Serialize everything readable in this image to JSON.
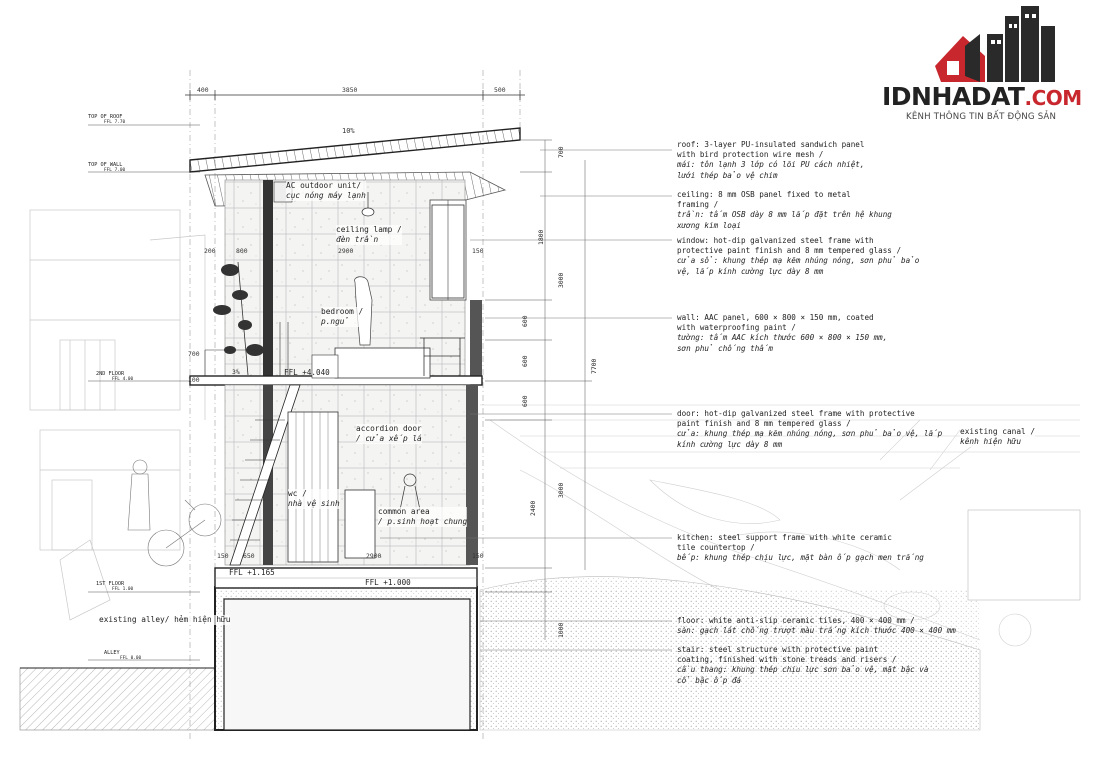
{
  "logo": {
    "brand_main": "IDNHADAT",
    "brand_tld": ".COM",
    "tagline": "KÊNH THÔNG TIN BẤT ĐỘNG SẢN",
    "colors": {
      "red": "#c8282d",
      "dark": "#2a2a2a"
    }
  },
  "top_dims": {
    "left": "400",
    "middle": "3850",
    "right": "500"
  },
  "roof_slope": "10%",
  "levels": {
    "top_roof": {
      "name": "TOP OF ROOF",
      "value": "FFL 7.70"
    },
    "top_wall": {
      "name": "TOP OF WALL",
      "value": "FFL 7.00"
    },
    "second_floor": {
      "name": "2ND FLOOR",
      "value": "FFL 4.00"
    },
    "first_floor": {
      "name": "1ST FLOOR",
      "value": "FFL 1.00"
    },
    "alley": {
      "name": "ALLEY",
      "value": "FFL 0.00"
    }
  },
  "ffl_labels": {
    "upper": "FFL +4.040",
    "mid": "FFL +1.165",
    "lower": "FFL +1.000"
  },
  "interior_dims": {
    "d200": "200",
    "d800": "800",
    "d2900_upper": "2900",
    "d150_upper": "150",
    "d700": "700",
    "d100": "100",
    "d3pct": "3%",
    "d150_lower_left": "150",
    "d650": "650",
    "d2900_lower": "2900",
    "d150_lower_right": "150"
  },
  "right_dims": {
    "r700": "700",
    "r1800": "1800",
    "r3000_upper": "3000",
    "r600_a": "600",
    "r600_b": "600",
    "r7700": "7700",
    "r600_c": "600",
    "r3000_lower": "3000",
    "r2400": "2400",
    "r1000": "1000"
  },
  "rooms": {
    "ac": {
      "en": "AC outdoor unit/",
      "vi": "cục nóng máy lạnh"
    },
    "lamp": {
      "en": "ceiling lamp /",
      "vi": "đèn trần"
    },
    "bedroom": {
      "en": "bedroom /",
      "vi": "p.ngủ"
    },
    "accordion": {
      "en": "accordion door",
      "vi": "/ cửa xếp lá"
    },
    "wc": {
      "en": "wc /",
      "vi": "nhà vệ sinh"
    },
    "common": {
      "en": "common area",
      "vi": "/ p.sinh hoạt chung"
    },
    "alley_label": {
      "en": "existing alley",
      "vi": "/ hẻm hiện hữu"
    },
    "canal_label": {
      "en": "existing canal /",
      "vi": "kênh hiện hữu"
    }
  },
  "notes": [
    {
      "en": [
        "roof: 3-layer PU-insulated sandwich panel",
        "with bird protection wire mesh /"
      ],
      "vi": [
        "mái: tôn lạnh 3 lớp có lõi PU cách nhiệt,",
        "lưới thép bảo vệ chim"
      ]
    },
    {
      "en": [
        "ceiling: 8 mm OSB panel fixed to metal",
        "framing /"
      ],
      "vi": [
        "trần: tấm OSB dày 8 mm lắp đặt trên hệ khung",
        "xương kim loại"
      ]
    },
    {
      "en": [
        "window: hot-dip galvanized steel frame with",
        "protective paint finish and 8 mm tempered glass /"
      ],
      "vi": [
        "cửa sổ: khung thép mạ kẽm nhúng nóng, sơn phủ bảo",
        "vệ, lắp kính cường lực dày 8 mm"
      ]
    },
    {
      "en": [
        "wall: AAC panel, 600 × 800 × 150 mm, coated",
        "with waterproofing paint /"
      ],
      "vi": [
        "tường: tấm AAC kích thước 600 × 800 × 150 mm,",
        "sơn phủ chống thấm"
      ]
    },
    {
      "en": [
        "door: hot-dip galvanized steel frame with protective",
        "paint finish and 8 mm tempered glass /"
      ],
      "vi": [
        "cửa: khung thép mạ kẽm nhúng nóng, sơn phủ bảo vệ, lắp",
        "kính cường lực dày 8 mm"
      ]
    },
    {
      "en": [
        "kitchen: steel support frame with white ceramic",
        "tile countertop /"
      ],
      "vi": [
        "bếp: khung thép chịu lực, mặt bàn ốp gạch men trắng"
      ]
    },
    {
      "en": [
        "floor: white anti-slip ceramic tiles, 400 × 400 mm /"
      ],
      "vi": [
        "sàn: gạch lát chống trượt màu trắng kích thước 400 × 400 mm"
      ]
    },
    {
      "en": [
        "stair: steel structure with protective paint",
        "coating, finished with stone treads and risers /"
      ],
      "vi": [
        "cầu thang: khung thép chịu lực sơn bảo vệ, mặt bậc và",
        "cổ bậc ốp đá"
      ]
    }
  ]
}
